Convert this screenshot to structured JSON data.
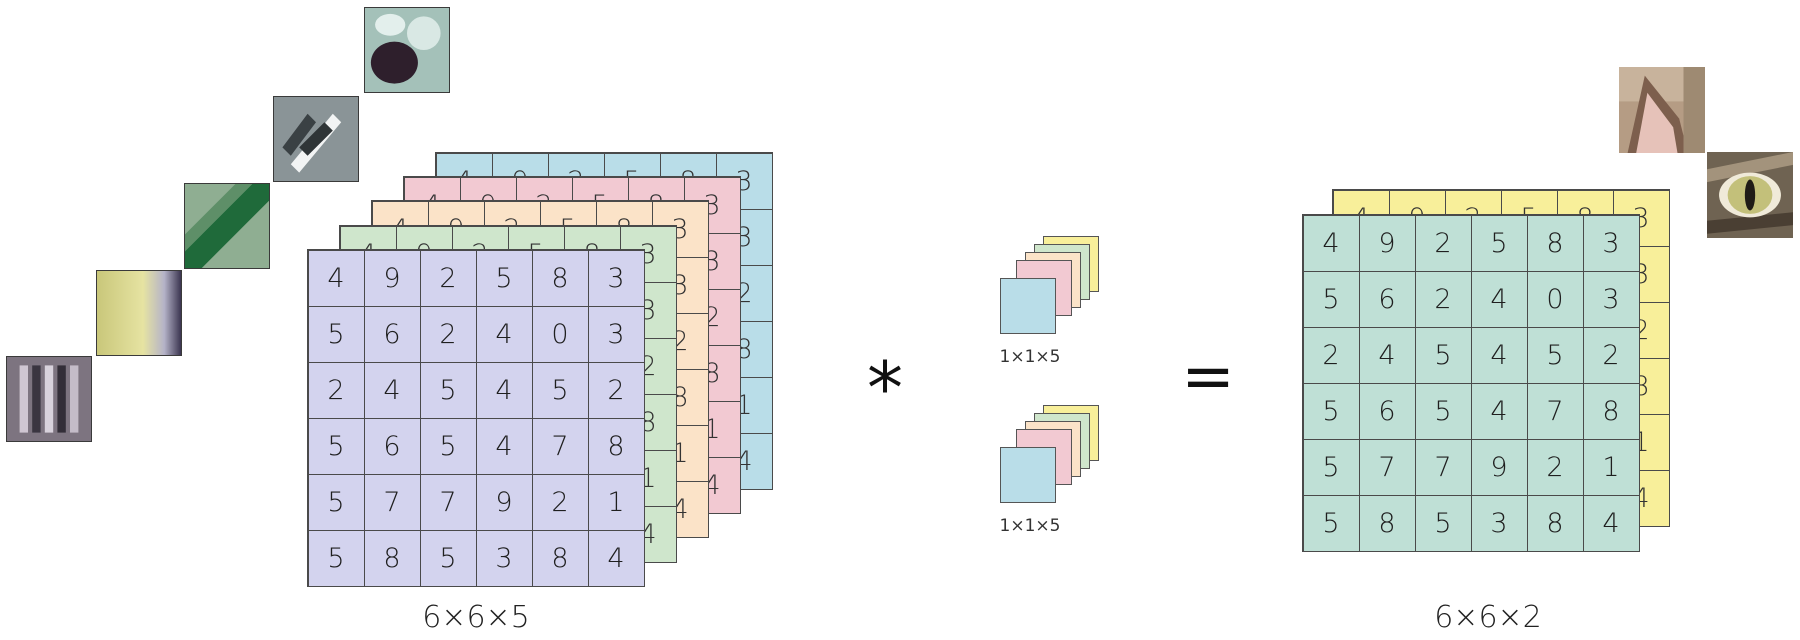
{
  "input": {
    "label": "6×6×5",
    "matrix": [
      [
        "4",
        "9",
        "2",
        "5",
        "8",
        "3"
      ],
      [
        "5",
        "6",
        "2",
        "4",
        "0",
        "3"
      ],
      [
        "2",
        "4",
        "5",
        "4",
        "5",
        "2"
      ],
      [
        "5",
        "6",
        "5",
        "4",
        "7",
        "8"
      ],
      [
        "5",
        "7",
        "7",
        "9",
        "2",
        "1"
      ],
      [
        "5",
        "8",
        "5",
        "3",
        "8",
        "4"
      ]
    ]
  },
  "operators": {
    "convolve": "*",
    "equals": "="
  },
  "filters": [
    {
      "label": "1×1×5"
    },
    {
      "label": "1×1×5"
    }
  ],
  "output": {
    "label": "6×6×2",
    "matrix": [
      [
        "4",
        "9",
        "2",
        "5",
        "8",
        "3"
      ],
      [
        "5",
        "6",
        "2",
        "4",
        "0",
        "3"
      ],
      [
        "2",
        "4",
        "5",
        "4",
        "5",
        "2"
      ],
      [
        "5",
        "6",
        "5",
        "4",
        "7",
        "8"
      ],
      [
        "5",
        "7",
        "7",
        "9",
        "2",
        "1"
      ],
      [
        "5",
        "8",
        "5",
        "3",
        "8",
        "4"
      ]
    ]
  },
  "colors": {
    "channel_front": "#d3d3ee",
    "channel_2": "#cfe6cc",
    "channel_3": "#fbe3c8",
    "channel_4": "#f2c9d2",
    "channel_back": "#b9dde8",
    "output_front": "#bfe0d6",
    "output_back": "#f8ef9a",
    "filter_front": "#b9dde8",
    "filter_2": "#f2c9d2",
    "filter_3": "#fbe3c8",
    "filter_4": "#cfe6cc",
    "filter_back": "#f8ef9a"
  }
}
